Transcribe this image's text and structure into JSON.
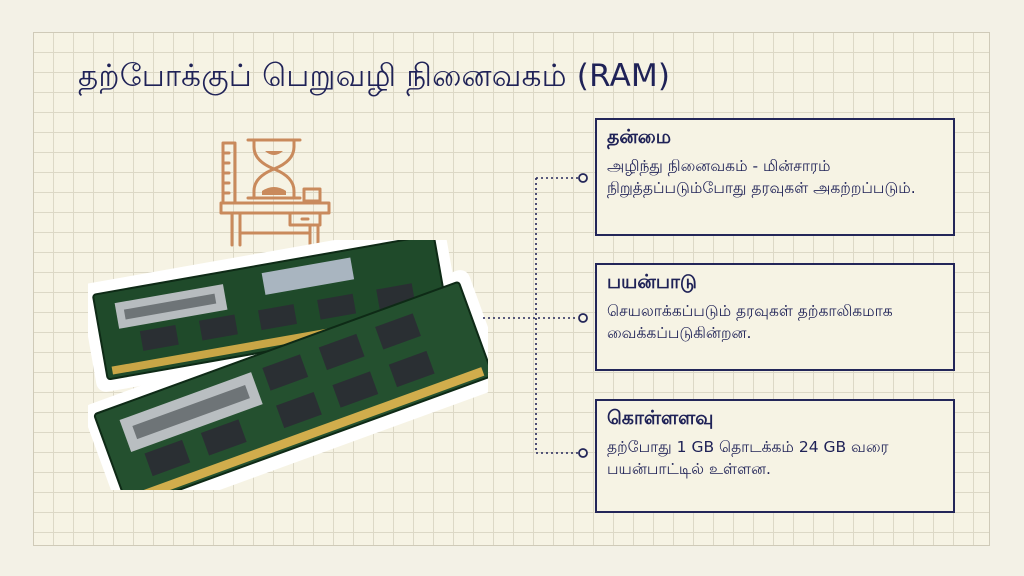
{
  "slide": {
    "title": "தற்போக்குப் பெறுவழி நினைவகம் (RAM)"
  },
  "icons": {
    "desk_hourglass": "desk-hourglass-icon",
    "ram": "ram-module-image"
  },
  "colors": {
    "background": "#f3f1e6",
    "title_text": "#1f2257",
    "card_border": "#232659",
    "icon_accent": "#c98a5c",
    "connector": "#232659"
  },
  "cards": [
    {
      "heading": "தன்மை",
      "body": "அழிந்து நினைவகம் - மின்சாரம் நிறுத்தப்படும்போது தரவுகள் அகற்றப்படும்."
    },
    {
      "heading": "பயன்பாடு",
      "body": "செயலாக்கப்படும் தரவுகள் தற்காலிகமாக வைக்கப்படுகின்றன."
    },
    {
      "heading": "கொள்ளளவு",
      "body": "தற்போது 1 GB தொடக்கம் 24 GB வரை பயன்பாட்டில் உள்ளன."
    }
  ]
}
